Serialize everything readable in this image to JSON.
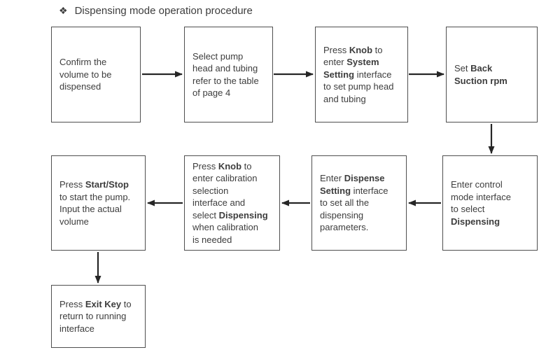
{
  "title": {
    "bullet": "❖",
    "text": "Dispensing mode operation procedure"
  },
  "colors": {
    "background": "#ffffff",
    "box_border": "#4f4f4f",
    "text": "#3d3d3d",
    "arrow": "#262626"
  },
  "steps": [
    {
      "name": "confirm-volume",
      "lines": [
        [
          {
            "t": "Confirm the",
            "bold": false
          }
        ],
        [
          {
            "t": "volume to be",
            "bold": false
          }
        ],
        [
          {
            "t": "dispensed",
            "bold": false
          }
        ]
      ]
    },
    {
      "name": "select-pump-head",
      "lines": [
        [
          {
            "t": "Select pump",
            "bold": false
          }
        ],
        [
          {
            "t": "head and tubing",
            "bold": false
          }
        ],
        [
          {
            "t": "refer to the table",
            "bold": false
          }
        ],
        [
          {
            "t": "of page 4",
            "bold": false
          }
        ]
      ]
    },
    {
      "name": "press-knob-system-setting",
      "lines": [
        [
          {
            "t": "Press ",
            "bold": false
          },
          {
            "t": "Knob",
            "bold": true
          },
          {
            "t": " to",
            "bold": false
          }
        ],
        [
          {
            "t": "enter ",
            "bold": false
          },
          {
            "t": "System",
            "bold": true
          }
        ],
        [
          {
            "t": "Setting",
            "bold": true
          },
          {
            "t": " interface",
            "bold": false
          }
        ],
        [
          {
            "t": "to set pump head",
            "bold": false
          }
        ],
        [
          {
            "t": "and tubing",
            "bold": false
          }
        ]
      ]
    },
    {
      "name": "set-back-suction-rpm",
      "lines": [
        [
          {
            "t": "Set ",
            "bold": false
          },
          {
            "t": "Back",
            "bold": true
          }
        ],
        [
          {
            "t": "Suction rpm",
            "bold": true
          }
        ]
      ]
    },
    {
      "name": "enter-control-mode",
      "lines": [
        [
          {
            "t": "Enter control",
            "bold": false
          }
        ],
        [
          {
            "t": "mode interface",
            "bold": false
          }
        ],
        [
          {
            "t": "to select",
            "bold": false
          }
        ],
        [
          {
            "t": "Dispensing",
            "bold": true
          }
        ]
      ]
    },
    {
      "name": "enter-dispense-setting",
      "lines": [
        [
          {
            "t": "Enter ",
            "bold": false
          },
          {
            "t": "Dispense",
            "bold": true
          }
        ],
        [
          {
            "t": "Setting",
            "bold": true
          },
          {
            "t": " interface",
            "bold": false
          }
        ],
        [
          {
            "t": "to set all the",
            "bold": false
          }
        ],
        [
          {
            "t": "dispensing",
            "bold": false
          }
        ],
        [
          {
            "t": "parameters.",
            "bold": false
          }
        ]
      ]
    },
    {
      "name": "press-knob-calibration",
      "lines": [
        [
          {
            "t": "Press ",
            "bold": false
          },
          {
            "t": "Knob",
            "bold": true
          },
          {
            "t": " to",
            "bold": false
          }
        ],
        [
          {
            "t": "enter calibration",
            "bold": false
          }
        ],
        [
          {
            "t": "selection",
            "bold": false
          }
        ],
        [
          {
            "t": "interface and",
            "bold": false
          }
        ],
        [
          {
            "t": "select ",
            "bold": false
          },
          {
            "t": "Dispensing",
            "bold": true
          }
        ],
        [
          {
            "t": "when calibration",
            "bold": false
          }
        ],
        [
          {
            "t": "is needed",
            "bold": false
          }
        ]
      ]
    },
    {
      "name": "press-start-stop",
      "lines": [
        [
          {
            "t": "Press ",
            "bold": false
          },
          {
            "t": "Start/Stop",
            "bold": true
          }
        ],
        [
          {
            "t": "to start the pump.",
            "bold": false
          }
        ],
        [
          {
            "t": "Input the actual",
            "bold": false
          }
        ],
        [
          {
            "t": "volume",
            "bold": false
          }
        ]
      ]
    },
    {
      "name": "press-exit-key",
      "lines": [
        [
          {
            "t": "Press ",
            "bold": false
          },
          {
            "t": "Exit Key",
            "bold": true
          },
          {
            "t": " to",
            "bold": false
          }
        ],
        [
          {
            "t": "return to running",
            "bold": false
          }
        ],
        [
          {
            "t": "interface",
            "bold": false
          }
        ]
      ]
    }
  ]
}
